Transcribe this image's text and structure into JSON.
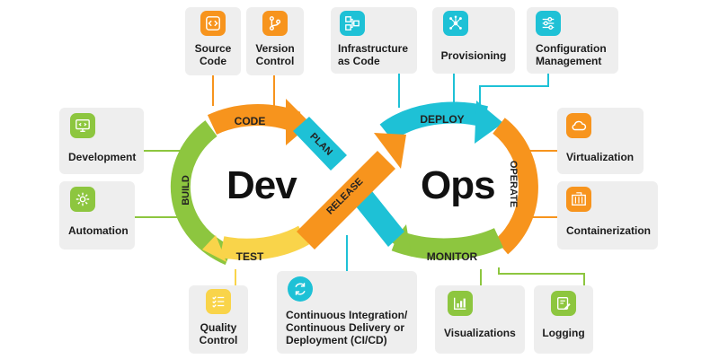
{
  "center": {
    "left_word": "Dev",
    "right_word": "Ops"
  },
  "loop": {
    "code": "CODE",
    "plan": "PLAN",
    "build": "BUILD",
    "test": "TEST",
    "release": "RELEASE",
    "deploy": "DEPLOY",
    "operate": "OPERATE",
    "monitor": "MONITOR"
  },
  "cards": {
    "source_code": "Source\nCode",
    "version_control": "Version\nControl",
    "infrastructure_as_code": "Infrastructure\nas Code",
    "provisioning": "Provisioning",
    "configuration_management": "Configuration\nManagement",
    "development": "Development",
    "automation": "Automation",
    "virtualization": "Virtualization",
    "containerization": "Containerization",
    "quality_control": "Quality\nControl",
    "ci_cd": "Continuous Integration/\nContinuous Delivery or\nDeployment (CI/CD)",
    "visualizations": "Visualizations",
    "logging": "Logging"
  },
  "icons": {
    "source_code": "code-icon",
    "version_control": "branch-icon",
    "infrastructure_as_code": "network-icon",
    "provisioning": "hub-icon",
    "configuration_management": "sliders-icon",
    "development": "monitor-code-icon",
    "automation": "gear-icon",
    "virtualization": "cloud-icon",
    "containerization": "container-icon",
    "quality_control": "checklist-icon",
    "ci_cd": "cycle-icon",
    "visualizations": "bar-chart-icon",
    "logging": "log-edit-icon"
  },
  "colors": {
    "orange": "#F7941D",
    "teal": "#1EC1D6",
    "green": "#8DC63F",
    "yellow": "#F9D44A",
    "card": "#EEEEEE",
    "text": "#1C1C1C"
  }
}
